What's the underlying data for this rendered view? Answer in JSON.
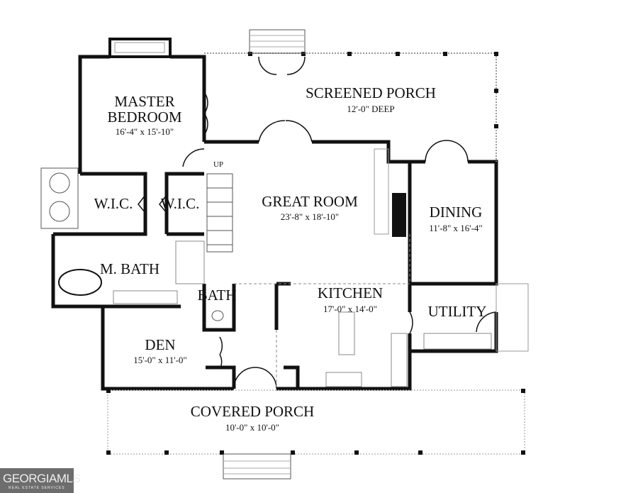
{
  "rooms": {
    "master": {
      "name_line1": "MASTER",
      "name_line2": "BEDROOM",
      "dims": "16'-4\" x 15'-10\""
    },
    "screened_porch": {
      "name": "SCREENED PORCH",
      "dims": "12'-0\" DEEP"
    },
    "great_room": {
      "name": "GREAT ROOM",
      "dims": "23'-8\" x 18'-10\""
    },
    "dining": {
      "name": "DINING",
      "dims": "11'-8\" x 16'-4\""
    },
    "wic1": {
      "name": "W.I.C."
    },
    "wic2": {
      "name": "W.I.C."
    },
    "m_bath": {
      "name": "M. BATH"
    },
    "bath": {
      "name": "BATH"
    },
    "kitchen": {
      "name": "KITCHEN",
      "dims": "17'-0\" x 14'-0\""
    },
    "utility": {
      "name": "UTILITY"
    },
    "den": {
      "name": "DEN",
      "dims": "15'-0\" x 11'-0\""
    },
    "covered_porch": {
      "name": "COVERED PORCH",
      "dims": "10'-0\" x 10'-0\""
    }
  },
  "stair_label": "UP",
  "logo": {
    "text": "GEORGIAMLS",
    "subtext": "REAL ESTATE SERVICES"
  }
}
